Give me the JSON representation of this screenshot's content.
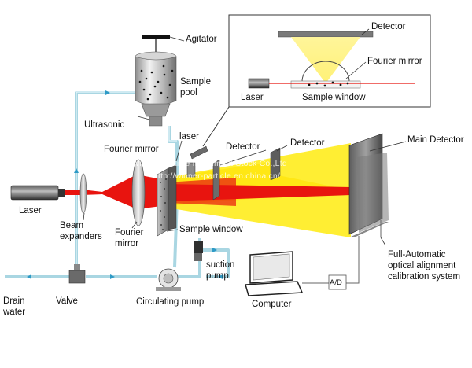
{
  "labels": {
    "agitator": "Agitator",
    "sample_pool_1": "Sample",
    "sample_pool_2": "pool",
    "ultrasonic": "Ultrasonic",
    "laser_top": "laser",
    "fourier_mirror_top": "Fourier mirror",
    "detector_1": "Detector",
    "detector_2": "Detector",
    "main_detector": "Main Detector",
    "laser_left": "Laser",
    "beam_expanders_1": "Beam",
    "beam_expanders_2": "expanders",
    "fourier_mirror_bottom_1": "Fourier",
    "fourier_mirror_bottom_2": "mirror",
    "sample_window": "Sample window",
    "suction_pump_1": "suction",
    "suction_pump_2": "pump",
    "full_auto_1": "Full-Automatic",
    "full_auto_2": "optical alignment",
    "full_auto_3": "calibration system",
    "drain_water_1": "Drain",
    "drain_water_2": "water",
    "valve": "Valve",
    "circulating_pump": "Circulating pump",
    "computer": "Computer",
    "ad": "A/D"
  },
  "inset": {
    "detector": "Detector",
    "fourier_mirror": "Fourier mirror",
    "laser": "Laser",
    "sample_window": "Sample window"
  },
  "watermark": {
    "line1": "Jinan Winner Particle Instrument Stock Co.,Ltd",
    "line2": "http://winner-particle.en.china.cn/"
  },
  "colors": {
    "laser_red": "#e8140f",
    "light_yellow": "#ffee33",
    "pipe": "#a9d6e2",
    "metal": "#777777"
  }
}
